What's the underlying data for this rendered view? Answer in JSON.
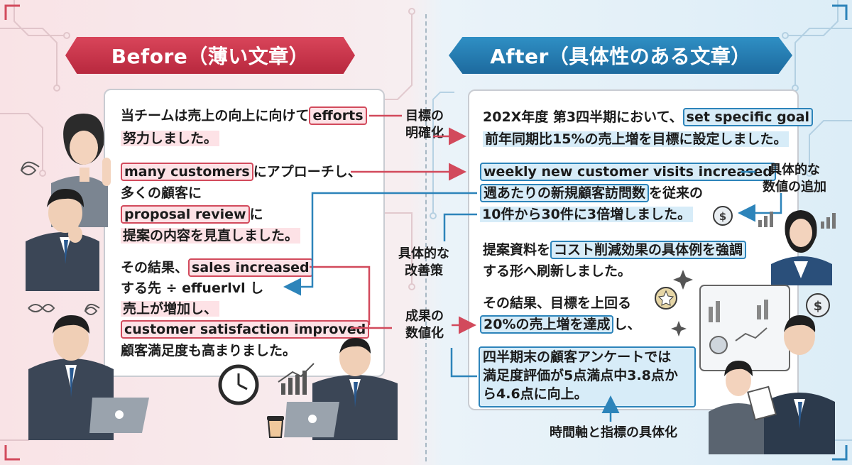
{
  "banners": {
    "before": "Before（薄い文章）",
    "after": "After（具体性のある文章）"
  },
  "before": {
    "l1_text": "当チームは売上の向上に向けて",
    "l1_box": "efforts",
    "l2": "努力しました。",
    "l3_box": "many customers",
    "l3_text": "にアプローチし、",
    "l4": "多くの顧客に",
    "l5_box": "proposal review",
    "l5_text": "に",
    "l6": "提案の内容を見直しました。",
    "l7_text": "その結果、",
    "l7_box": "sales increased",
    "l8": "する先 ÷ effuerlvl し",
    "l9": "売上が増加し、",
    "l10_box": "customer satisfaction improved",
    "l11": "顧客満足度も高まりました。"
  },
  "after": {
    "l1_text": "202X年度 第3四半期において、",
    "l1_box": "set specific goal",
    "l2": "前年同期比15%の売上増を目標に設定しました。",
    "l3_box": "weekly new customer visits increased",
    "l4_box": "週あたりの新規顧客訪問数",
    "l4_text": "を従来の",
    "l5": "10件から30件に3倍増しました。",
    "l6_text": "提案資料を",
    "l6_box": "コスト削減効果の具体例を強調",
    "l7": "する形へ刷新しました。",
    "l8": "その結果、目標を上回る",
    "l9_box": "20%の売上増を達成",
    "l9_text": "し、",
    "l10": "四半期末の顧客アンケートでは",
    "l11": "満足度評価が5点満点中3.8点か",
    "l12": "ら4.6点に向上。"
  },
  "annotations": {
    "goal_1": "目標の",
    "goal_2": "明確化",
    "num_1": "具体的な",
    "num_2": "数値の追加",
    "improve_1": "具体的な",
    "improve_2": "改善策",
    "result_1": "成果の",
    "result_2": "数値化",
    "timeaxis": "時間軸と指標の具体化"
  },
  "icons": {
    "dollar": "$"
  },
  "colors": {
    "before_accent": "#d24a5c",
    "after_accent": "#2d84ba"
  }
}
